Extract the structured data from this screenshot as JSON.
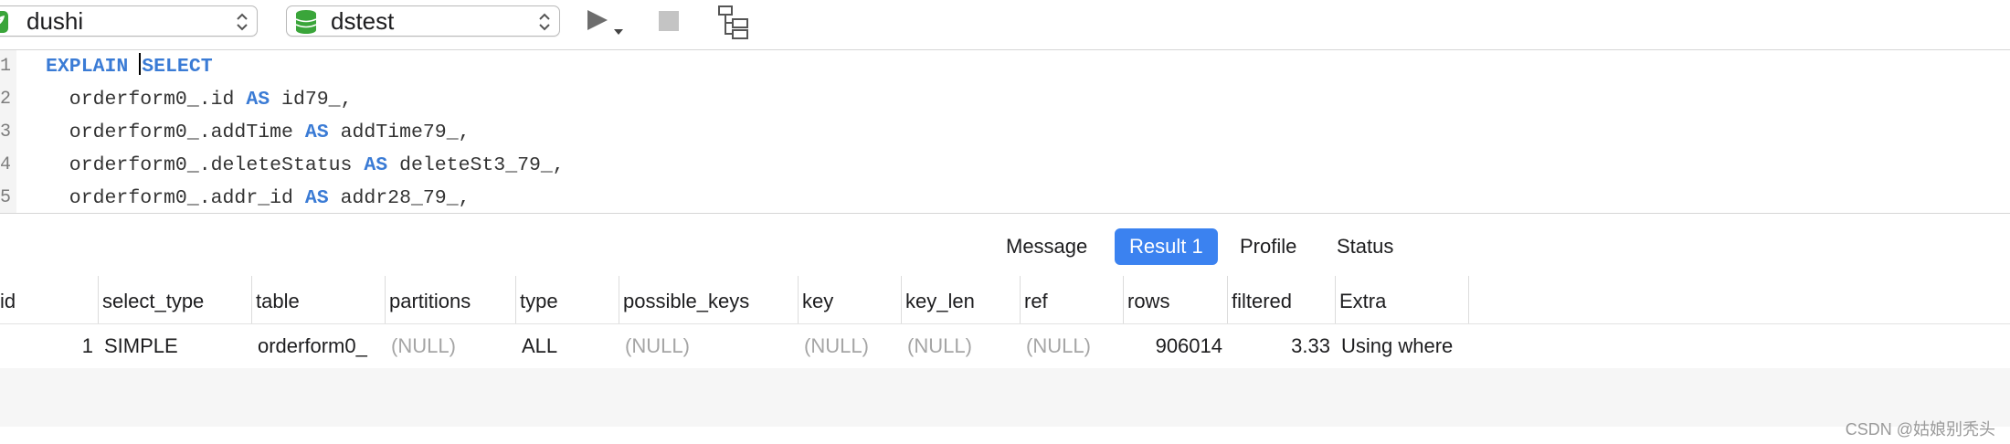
{
  "toolbar": {
    "connection": {
      "label": "dushi",
      "icon": "leaf-icon",
      "color": "#3aa53a"
    },
    "database": {
      "label": "dstest",
      "icon": "database-icon",
      "color": "#3aa53a"
    },
    "run_icon": "play-icon",
    "stop_icon": "stop-icon",
    "explain_icon": "tree-icon"
  },
  "editor": {
    "lines": [
      {
        "num": "1",
        "tokens": [
          {
            "t": "EXPLAIN ",
            "kw": true
          },
          {
            "t": "|cursor|"
          },
          {
            "t": "SELECT",
            "kw": true
          }
        ]
      },
      {
        "num": "2",
        "tokens": [
          {
            "t": "  orderform0_.id "
          },
          {
            "t": "AS",
            "kw": true
          },
          {
            "t": " id79_,"
          }
        ]
      },
      {
        "num": "3",
        "tokens": [
          {
            "t": "  orderform0_.addTime "
          },
          {
            "t": "AS",
            "kw": true
          },
          {
            "t": " addTime79_,"
          }
        ]
      },
      {
        "num": "4",
        "tokens": [
          {
            "t": "  orderform0_.deleteStatus "
          },
          {
            "t": "AS",
            "kw": true
          },
          {
            "t": " deleteSt3_79_,"
          }
        ]
      },
      {
        "num": "5",
        "tokens": [
          {
            "t": "  orderform0_.addr_id "
          },
          {
            "t": "AS",
            "kw": true
          },
          {
            "t": " addr28_79_,"
          }
        ]
      }
    ]
  },
  "tabs": [
    {
      "label": "Message",
      "active": false
    },
    {
      "label": "Result 1",
      "active": true
    },
    {
      "label": "Profile",
      "active": false
    },
    {
      "label": "Status",
      "active": false
    }
  ],
  "grid": {
    "columns": [
      "id",
      "select_type",
      "table",
      "partitions",
      "type",
      "possible_keys",
      "key",
      "key_len",
      "ref",
      "rows",
      "filtered",
      "Extra"
    ],
    "rows": [
      [
        "1",
        "SIMPLE",
        "orderform0_",
        "(NULL)",
        "ALL",
        "(NULL)",
        "(NULL)",
        "(NULL)",
        "(NULL)",
        "906014",
        "3.33",
        "Using where"
      ]
    ]
  },
  "watermark": "CSDN @姑娘别秃头",
  "colors": {
    "accent": "#3b82f0",
    "keyword": "#3a7bd5",
    "null_text": "#a5a5a5"
  }
}
